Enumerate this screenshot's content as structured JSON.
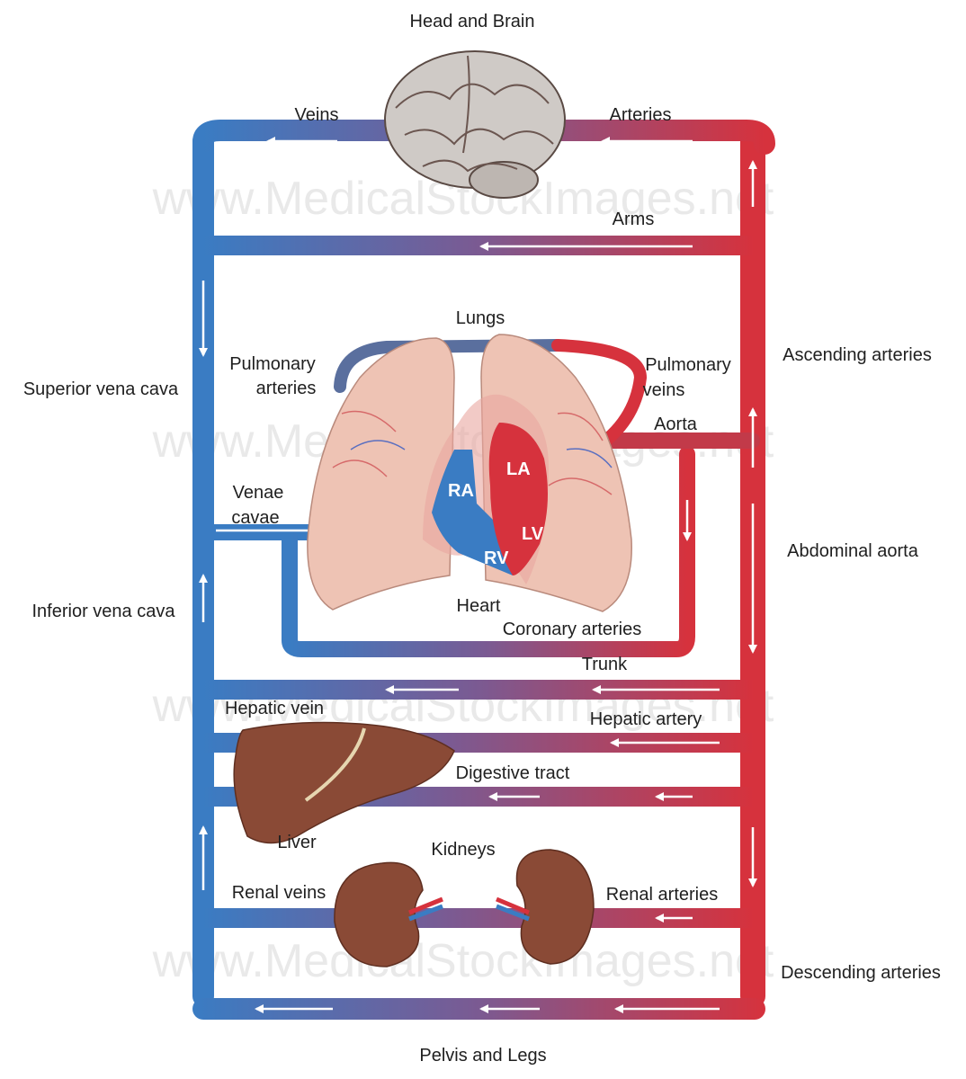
{
  "labels": {
    "head_brain": "Head and Brain",
    "veins": "Veins",
    "arteries": "Arteries",
    "arms": "Arms",
    "lungs": "Lungs",
    "pulmonary_arteries_1": "Pulmonary",
    "pulmonary_arteries_2": "arteries",
    "pulmonary_veins_1": "Pulmonary",
    "pulmonary_veins_2": "veins",
    "ascending_arteries": "Ascending arteries",
    "superior_vena_cava": "Superior vena cava",
    "aorta": "Aorta",
    "venae_cavae_1": "Venae",
    "venae_cavae_2": "cavae",
    "abdominal_aorta": "Abdominal aorta",
    "inferior_vena_cava": "Inferior vena cava",
    "heart": "Heart",
    "coronary_arteries": "Coronary arteries",
    "trunk": "Trunk",
    "hepatic_vein": "Hepatic vein",
    "hepatic_artery": "Hepatic artery",
    "digestive_tract": "Digestive tract",
    "liver": "Liver",
    "kidneys": "Kidneys",
    "renal_veins": "Renal veins",
    "renal_arteries": "Renal arteries",
    "descending_arteries": "Descending arteries",
    "pelvis_legs": "Pelvis and Legs"
  },
  "chambers": {
    "ra": "RA",
    "rv": "RV",
    "la": "LA",
    "lv": "LV"
  },
  "watermark": "www.MedicalStockImages.net",
  "colors": {
    "venous_blue": "#3a7cc3",
    "arterial_red": "#d6323d",
    "mixed_purple": "#7b5a92",
    "organ_brown": "#8a4a36",
    "lung_pink": "#eec3b4",
    "brain_grey": "#cfcac6"
  },
  "icons": [
    "brain-icon",
    "lungs-icon",
    "heart-icon",
    "liver-icon",
    "kidney-icon",
    "flow-arrow-icon"
  ]
}
